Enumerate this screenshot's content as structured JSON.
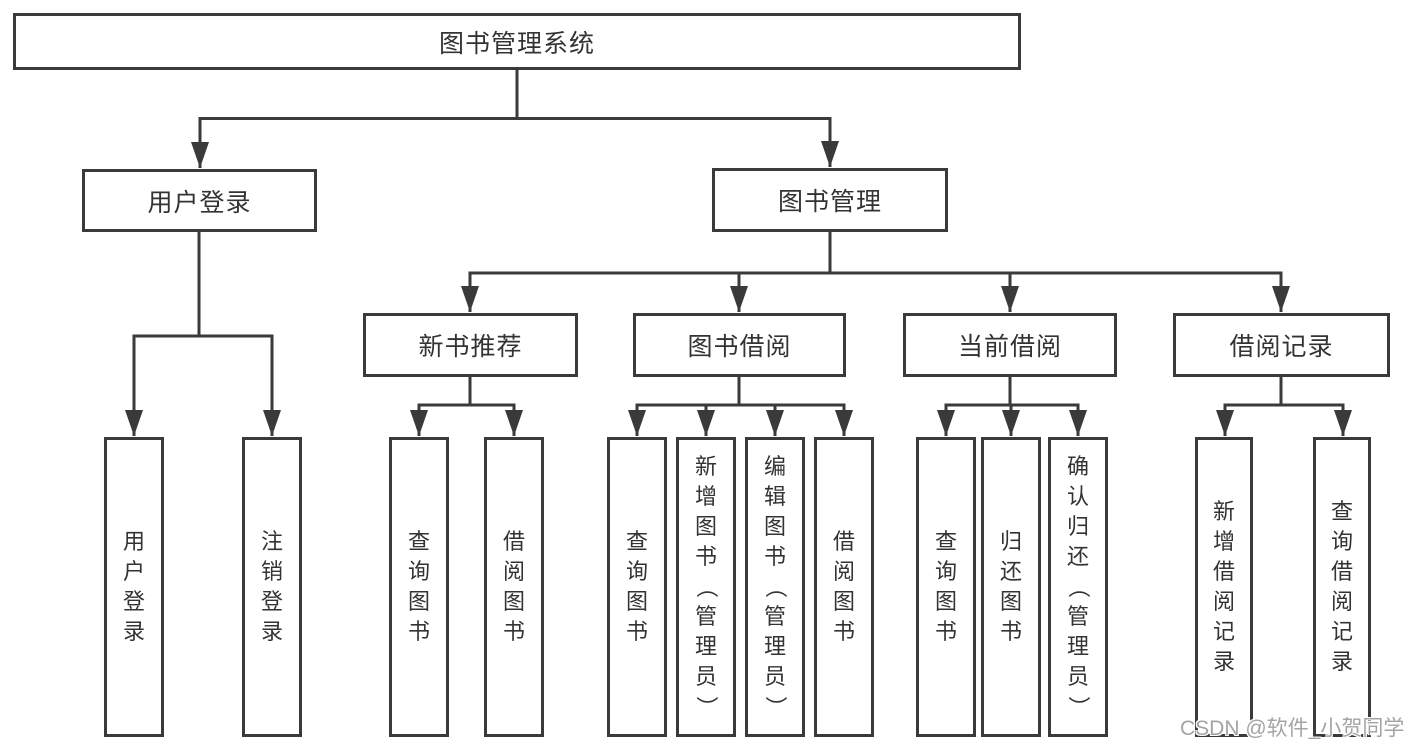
{
  "tree": {
    "root": {
      "label": "图书管理系统"
    },
    "branches": [
      {
        "label": "用户登录",
        "children": [
          {
            "label": "用户登录"
          },
          {
            "label": "注销登录"
          }
        ]
      },
      {
        "label": "图书管理",
        "children": [
          {
            "label": "新书推荐",
            "children": [
              {
                "label": "查询图书"
              },
              {
                "label": "借阅图书"
              }
            ]
          },
          {
            "label": "图书借阅",
            "children": [
              {
                "label": "查询图书"
              },
              {
                "label": "新增图书（管理员）"
              },
              {
                "label": "编辑图书（管理员）"
              },
              {
                "label": "借阅图书"
              }
            ]
          },
          {
            "label": "当前借阅",
            "children": [
              {
                "label": "查询图书"
              },
              {
                "label": "归还图书"
              },
              {
                "label": "确认归还（管理员）"
              }
            ]
          },
          {
            "label": "借阅记录",
            "children": [
              {
                "label": "新增借阅记录"
              },
              {
                "label": "查询借阅记录"
              }
            ]
          }
        ]
      }
    ]
  },
  "watermark": "CSDN @软件_小贺同学",
  "colors": {
    "line": "#3a3a3a",
    "text": "#333333",
    "box_background": "#ffffff",
    "page_background": "#ffffff",
    "watermark": "#a4a4a4"
  }
}
